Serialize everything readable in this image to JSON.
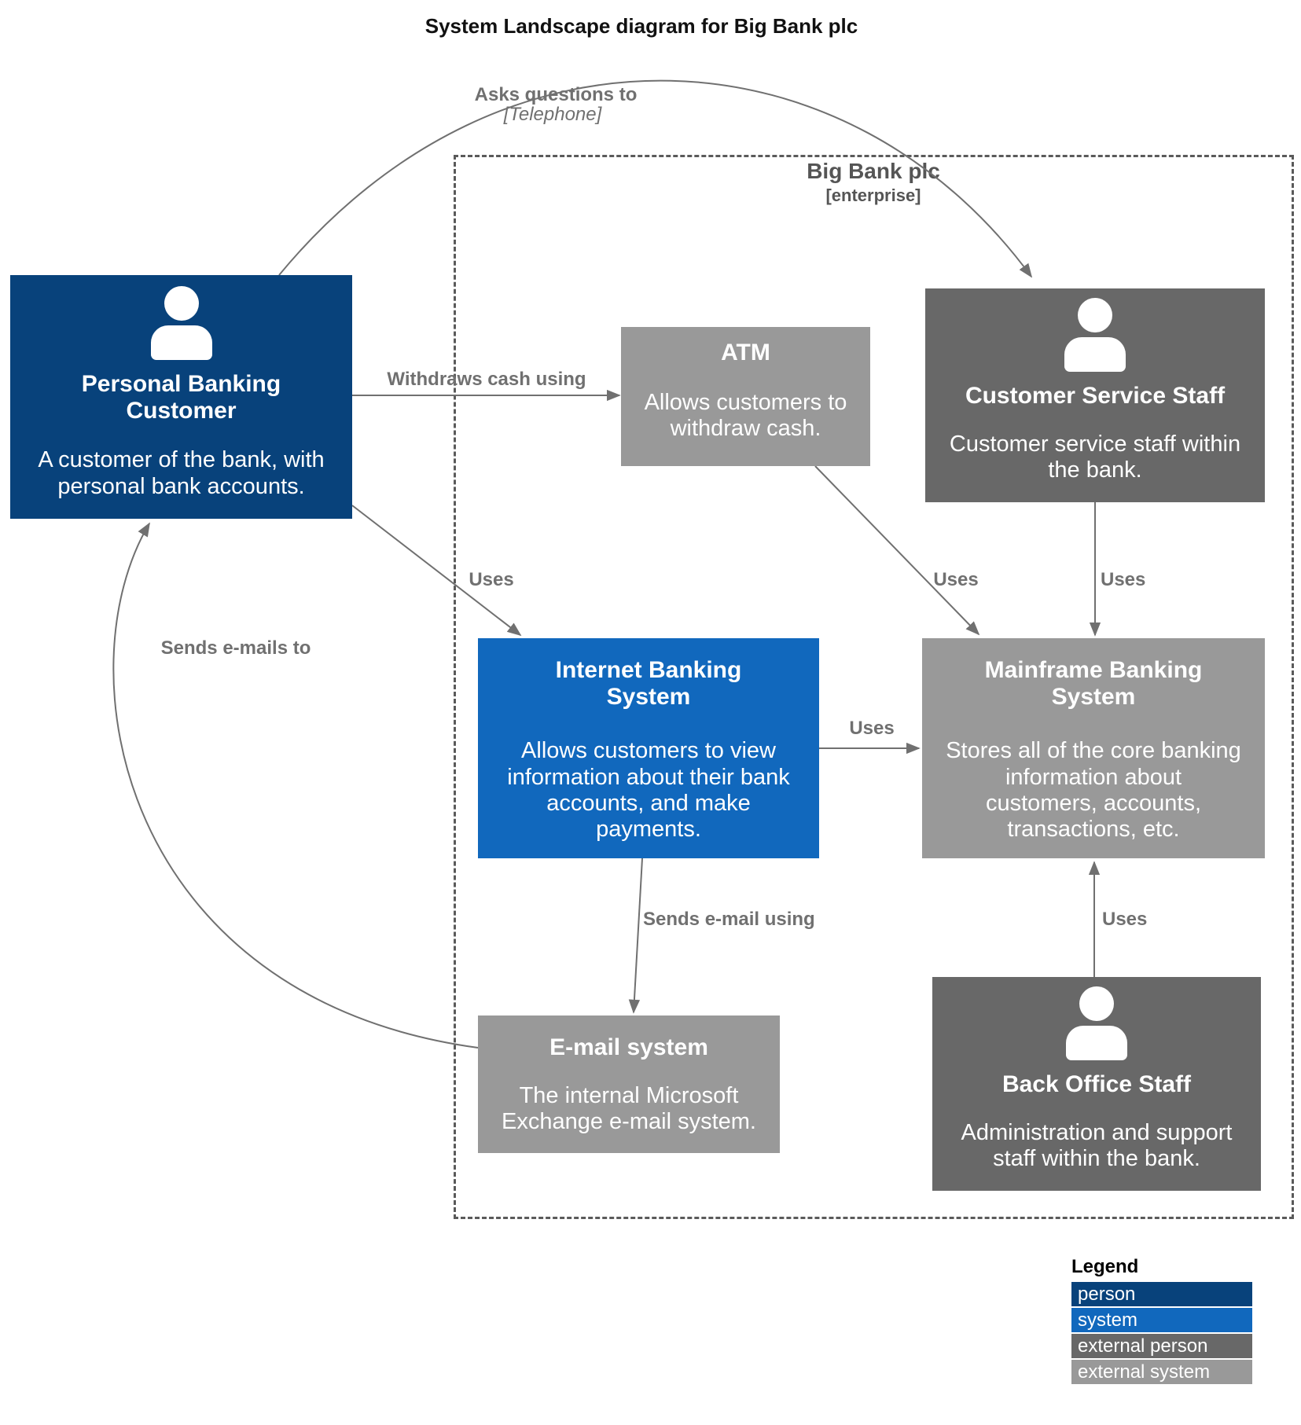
{
  "title": "System Landscape diagram for Big Bank plc",
  "enterprise": {
    "name": "Big Bank plc",
    "qualifier": "[enterprise]"
  },
  "nodes": {
    "customer": {
      "title": "Personal Banking\nCustomer",
      "description": "A customer of the bank, with\npersonal bank accounts.",
      "kind": "person"
    },
    "atm": {
      "title": "ATM",
      "description": "Allows customers to\nwithdraw cash.",
      "kind": "external system"
    },
    "customer_service_staff": {
      "title": "Customer Service Staff",
      "description": "Customer service staff within\nthe bank.",
      "kind": "external person"
    },
    "internet_banking_system": {
      "title": "Internet Banking\nSystem",
      "description": "Allows customers to view\ninformation about their bank\naccounts, and make\npayments.",
      "kind": "system"
    },
    "mainframe_banking_system": {
      "title": "Mainframe Banking\nSystem",
      "description": "Stores all of the core banking\ninformation about\ncustomers, accounts,\ntransactions, etc.",
      "kind": "external system"
    },
    "email_system": {
      "title": "E-mail system",
      "description": "The internal Microsoft\nExchange e-mail system.",
      "kind": "external system"
    },
    "back_office_staff": {
      "title": "Back Office Staff",
      "description": "Administration and support\nstaff within the bank.",
      "kind": "external person"
    }
  },
  "edges": {
    "asks_questions": {
      "label": "Asks questions to",
      "technology": "[Telephone]"
    },
    "withdraws_cash": {
      "label": "Withdraws cash using"
    },
    "customer_uses_ibs": {
      "label": "Uses"
    },
    "atm_uses_mbs": {
      "label": "Uses"
    },
    "css_uses_mbs": {
      "label": "Uses"
    },
    "ibs_uses_mbs": {
      "label": "Uses"
    },
    "bos_uses_mbs": {
      "label": "Uses"
    },
    "sends_email_using": {
      "label": "Sends e-mail using"
    },
    "sends_emails_to": {
      "label": "Sends e-mails to"
    }
  },
  "legend": {
    "title": "Legend",
    "items": [
      {
        "label": "person",
        "color": "#08427b"
      },
      {
        "label": "system",
        "color": "#1168bd"
      },
      {
        "label": "external person",
        "color": "#686868"
      },
      {
        "label": "external system",
        "color": "#999999"
      }
    ]
  },
  "colors": {
    "person": "#08427b",
    "system": "#1168bd",
    "external_person": "#686868",
    "external_system": "#999999",
    "relationship": "#707070"
  }
}
